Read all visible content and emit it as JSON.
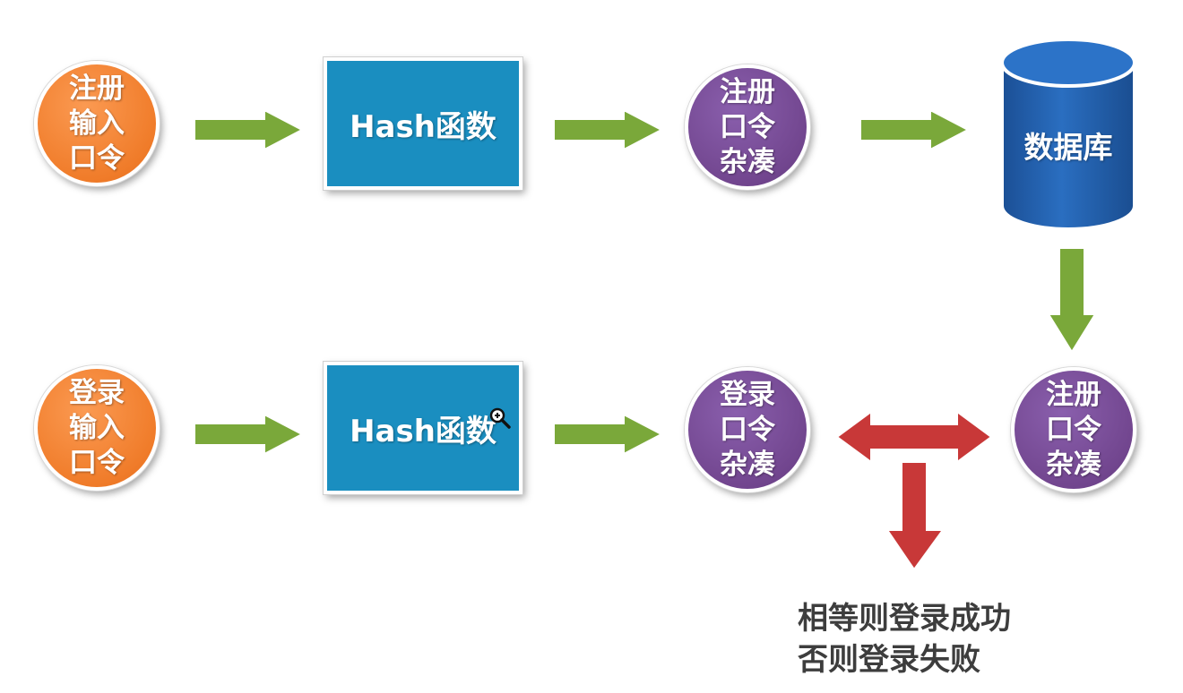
{
  "register": {
    "input_lines": [
      "注册",
      "输入",
      "口令"
    ],
    "hash_label": "Hash函数",
    "hashed_lines": [
      "注册",
      "口令",
      "杂凑"
    ],
    "database_label": "数据库"
  },
  "login": {
    "input_lines": [
      "登录",
      "输入",
      "口令"
    ],
    "hash_label": "Hash函数",
    "hashed_lines": [
      "登录",
      "口令",
      "杂凑"
    ],
    "stored_lines": [
      "注册",
      "口令",
      "杂凑"
    ]
  },
  "result": {
    "line1": "相等则登录成功",
    "line2": "否则登录失败"
  },
  "colors": {
    "input_circle": "#f07c2a",
    "hash_box": "#1a8ec0",
    "hashed_circle": "#72468f",
    "database": "#1f5fae",
    "flow_arrow": "#7aa83a",
    "compare_arrow": "#c83838"
  },
  "icons": {
    "cursor": "magnifier-icon"
  }
}
